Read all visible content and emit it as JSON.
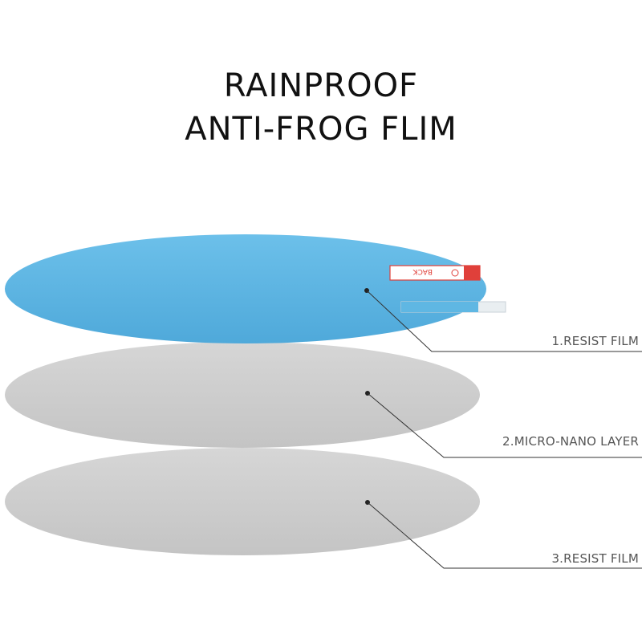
{
  "title": {
    "line1": "RAINPROOF",
    "line2": "ANTI-FROG FLIM"
  },
  "layers": [
    {
      "label": "1.RESIST  FILM",
      "color": "#5cb6e4"
    },
    {
      "label": "2.MICRO-NANO LAYER",
      "color": "#cfcfcf"
    },
    {
      "label": "3.RESIST FILM",
      "color": "#cbcbcb"
    }
  ],
  "tab": {
    "text": "BACK",
    "accent": "#e0403a"
  }
}
